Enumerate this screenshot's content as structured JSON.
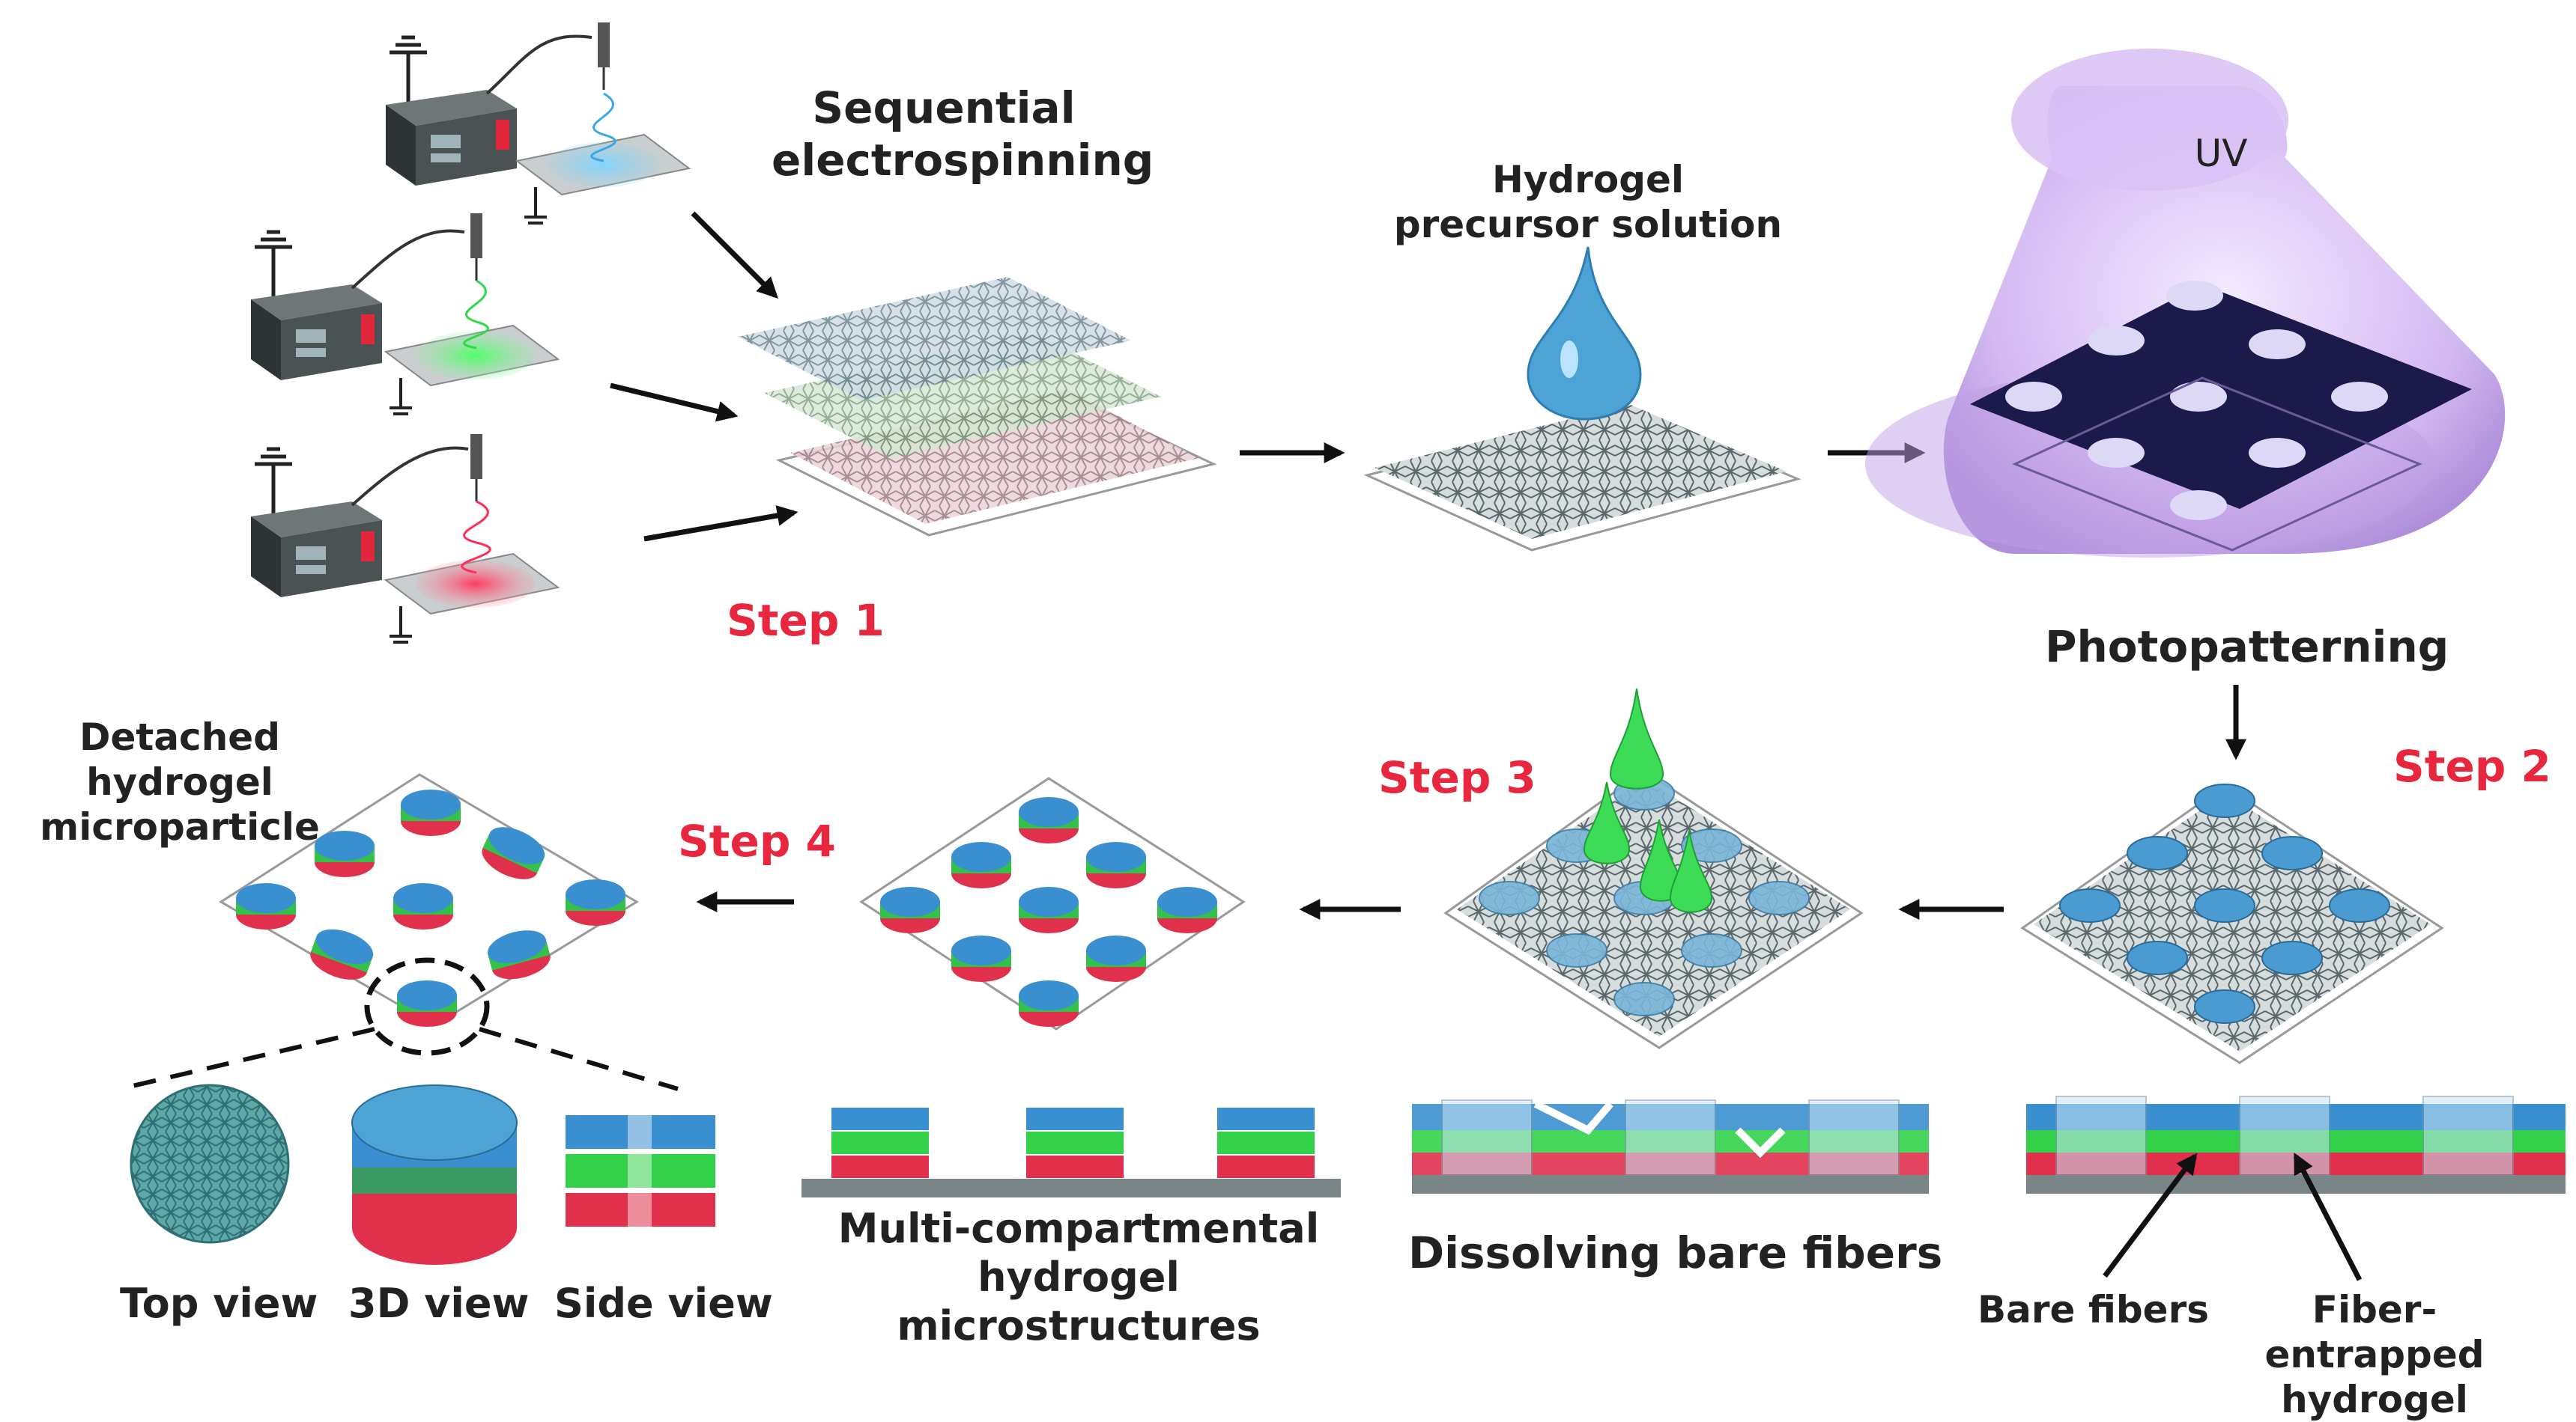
{
  "colors": {
    "step": "#e8263e",
    "text": "#222222",
    "blue": "#3a8fd0",
    "green": "#33d14a",
    "red": "#e0304c",
    "uv": "#c6a6ea",
    "mask": "#1b1a4a"
  },
  "labels": {
    "sequential": "Sequential\nelectrospinning",
    "hydrogel_precursor": "Hydrogel\nprecursor solution",
    "uv": "UV",
    "photopatterning": "Photopatterning",
    "detached": "Detached hydrogel\nmicroparticle",
    "top_view": "Top view",
    "view_3d": "3D view",
    "side_view": "Side view",
    "multi": "Multi-compartmental\nhydrogel microstructures",
    "dissolving": "Dissolving bare fibers",
    "bare_fibers": "Bare fibers",
    "fiber_entrapped": "Fiber-entrapped\nhydrogel"
  },
  "steps": {
    "step1": "Step 1",
    "step2": "Step 2",
    "step3": "Step 3",
    "step4": "Step 4"
  },
  "icons": [
    "power-supply-icon",
    "ground-icon",
    "needle-icon",
    "collector-plate-icon",
    "arrow-icon",
    "droplet-icon",
    "uv-lamp-icon",
    "photomask-icon",
    "magnifier-circle-icon"
  ]
}
